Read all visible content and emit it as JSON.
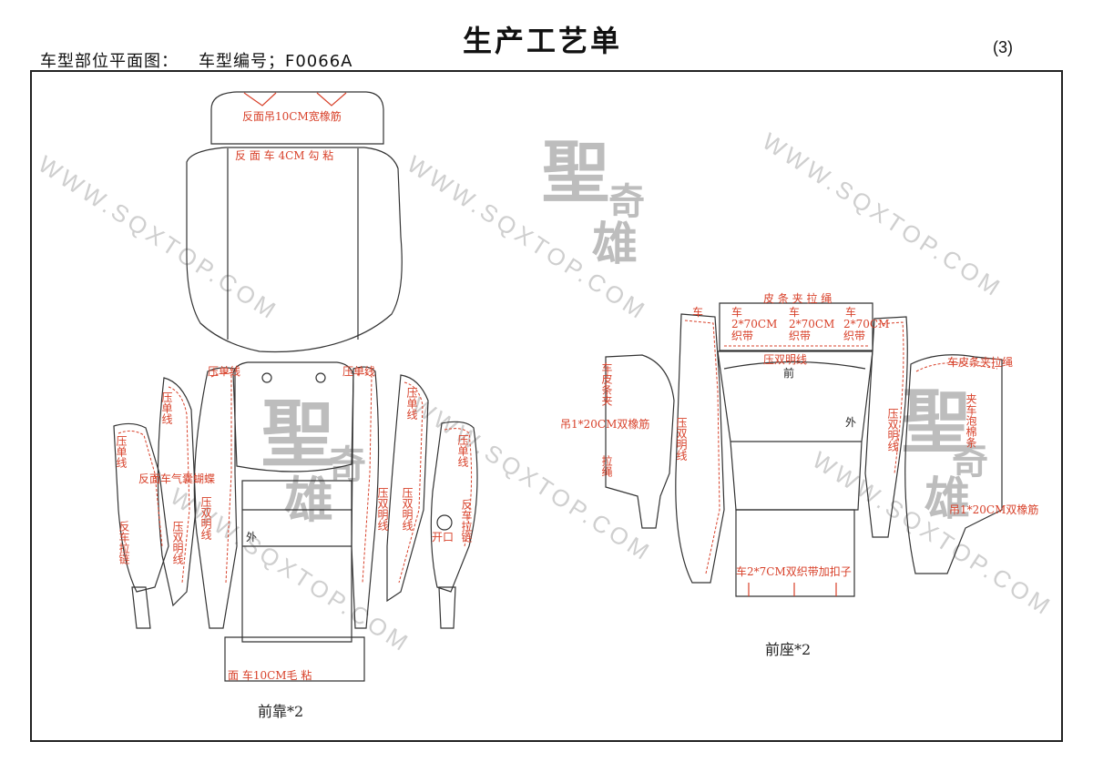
{
  "header": {
    "plan_label": "车型部位平面图：",
    "model_label": "车型编号；F0066A",
    "title": "生产工艺单",
    "page": "(3)"
  },
  "watermark": {
    "url": "WWW.SQXTOP.COM",
    "logo_main": "聖",
    "logo_sub1": "奇",
    "logo_sub2": "雄"
  },
  "front_back": {
    "caption": "前靠*2",
    "notes": {
      "headrest": "反面吊10CM宽橡筋",
      "top_seam": "反 面 车 4CM  勾  粘",
      "bottom_seam": "面    车10CM毛        粘",
      "outside": "外",
      "opening": "开口",
      "left_outer_top": "压单线",
      "left_outer_mid": "反面车气囊蝴蝶",
      "left_outer_bottom": "反车拉链",
      "left_mid1": "压单线",
      "left_mid2": "压单线",
      "left_mid3": "压双明线",
      "left_mid4": "压双明线",
      "right_mid1": "压单线",
      "right_mid2": "压单线",
      "right_mid3": "压双明线",
      "right_mid4": "压双明线",
      "right_outer_top": "压单线",
      "right_outer_bottom": "反车拉链"
    }
  },
  "front_seat": {
    "caption": "前座*2",
    "notes": {
      "top": "皮 条 夹 拉       绳",
      "che1": "车",
      "che2": "车",
      "che3": "车",
      "che4": "车",
      "band1a": "2*70CM",
      "band1b": "织带",
      "band2a": "2*70CM",
      "band2b": "织带",
      "band3a": "2*70CM",
      "band3b": "织带",
      "mid": "压双明线",
      "front": "前",
      "outside": "外",
      "bottom": "车2*7CM双织带加扣子",
      "left1": "车皮条夹",
      "left2": "吊1*20CM双橡筋",
      "left3": "拉绳",
      "left_piece": "压双明线",
      "right_piece": "压双明线",
      "right1": "车皮条夹拉绳",
      "right2": "夹车泡棉条",
      "right3": "吊1*20CM双橡筋"
    }
  }
}
